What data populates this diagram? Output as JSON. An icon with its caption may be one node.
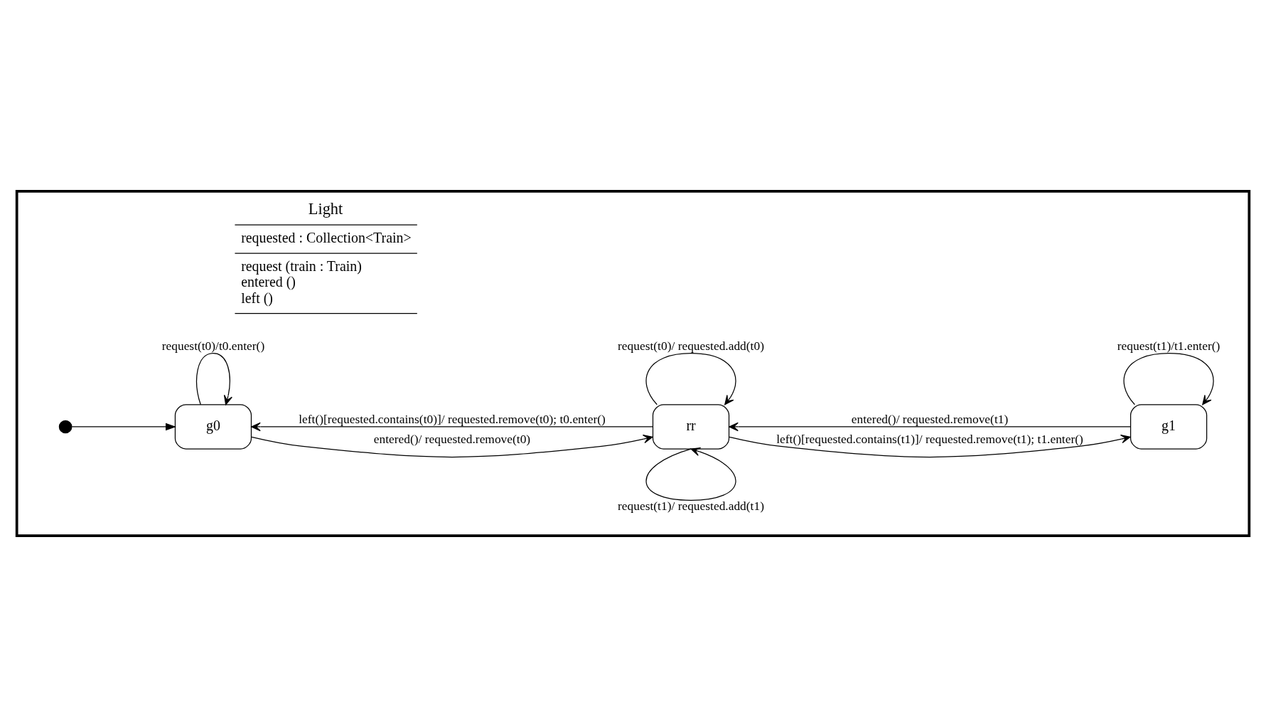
{
  "diagram": {
    "nodes": [
      {
        "text": [
          "Light",
          "requested : Collection<Train>",
          "request (train : Train)",
          "entered ()",
          "left ()"
        ]
      },
      {
        "text": [],
        "shape": "circle",
        "in": 0
      },
      {
        "text": [
          "g0"
        ],
        "in": 0
      },
      {
        "text": [
          "g1"
        ],
        "in": 0
      },
      {
        "text": [
          "rr"
        ],
        "in": 0
      }
    ],
    "edges": [
      {
        "from": 1,
        "to": 2,
        "arrow": "to"
      },
      {
        "from": 2,
        "to": 2,
        "arrow": "to",
        "label": "request(t0)/t0.enter()"
      },
      {
        "from": 4,
        "to": 2,
        "arrow": "to",
        "label": "left()[requested.contains(t0)]/ requested.remove(t0); t0.enter()"
      },
      {
        "from": 2,
        "to": 4,
        "arrow": "to",
        "label": "entered()/ requested.remove(t0)"
      },
      {
        "from": 3,
        "to": 4,
        "arrow": "to",
        "label": "entered()/ requested.remove(t1)"
      },
      {
        "from": 4,
        "to": 3,
        "arrow": "to",
        "label": "left()[requested.contains(t1)]/ requested.remove(t1); t1.enter()"
      },
      {
        "from": 3,
        "to": 3,
        "arrow": "to",
        "label": "request(t1)/t1.enter()"
      },
      {
        "from": 4,
        "to": 4,
        "arrow": "to",
        "label": "request(t0)/ requested.add(t0)"
      },
      {
        "from": 4,
        "to": 4,
        "arrow": "to",
        "label": "request(t1)/ requested.add(t1)"
      }
    ]
  }
}
